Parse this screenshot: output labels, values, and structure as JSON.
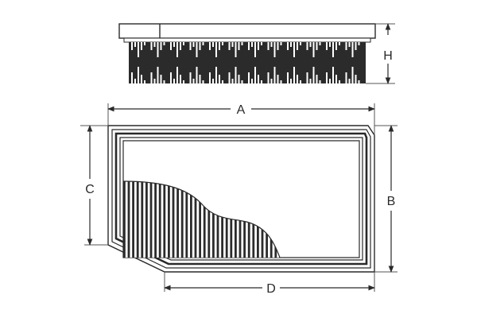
{
  "diagram": {
    "subject": "panel air filter",
    "views": [
      "side-view",
      "top-view"
    ],
    "colors": {
      "line": "#2a2a2a",
      "fill_dark": "#2b2b2b",
      "background": "#ffffff",
      "dimension_line": "#555555"
    },
    "dimensions": {
      "A": {
        "label": "A",
        "description": "overall length"
      },
      "B": {
        "label": "B",
        "description": "overall width (right side)"
      },
      "C": {
        "label": "C",
        "description": "width (left side, before chamfer)"
      },
      "D": {
        "label": "D",
        "description": "length of bottom straight edge"
      },
      "H": {
        "label": "H",
        "description": "height"
      }
    }
  }
}
